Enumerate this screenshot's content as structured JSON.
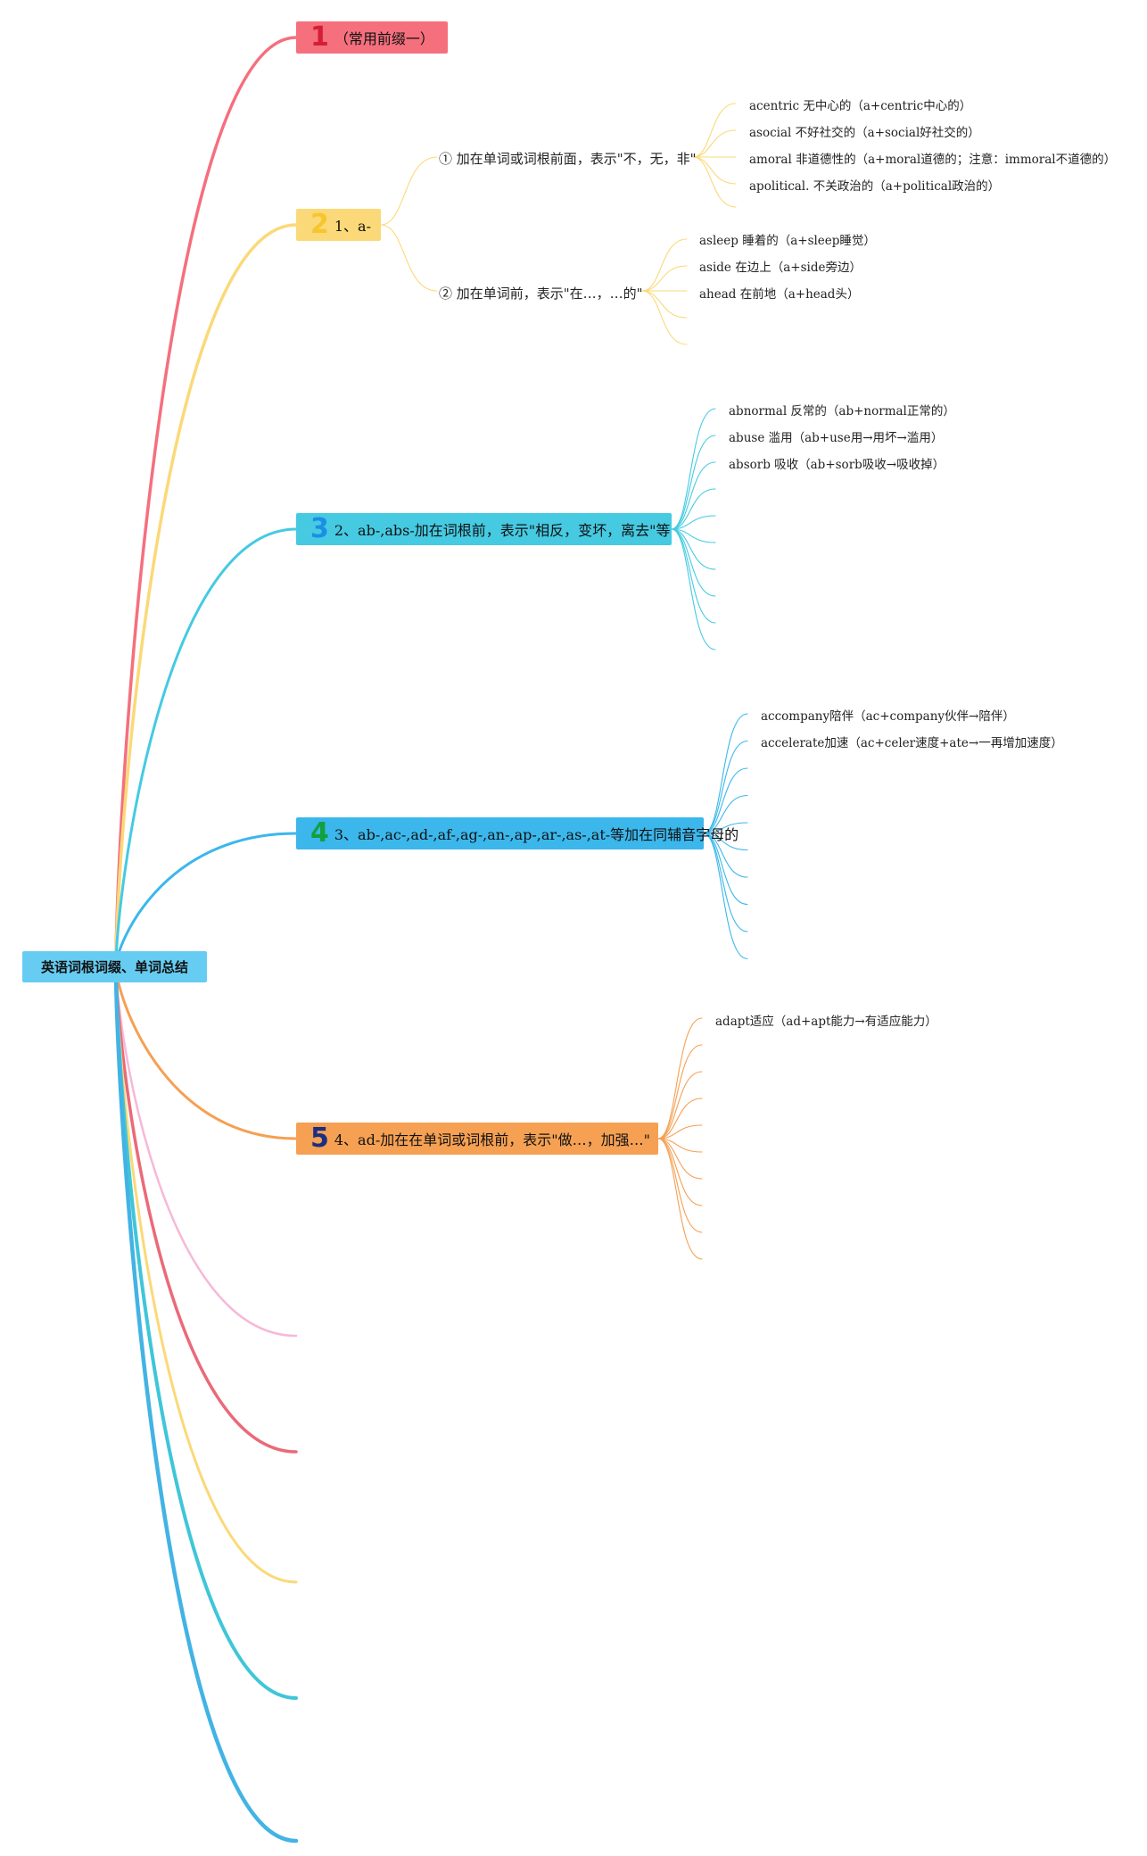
{
  "root": {
    "label": "英语词根词缀、单词总结",
    "color": "#66ccf2"
  },
  "branches": [
    {
      "num": "1",
      "label": "（常用前缀一）",
      "color": "#f56f7d",
      "numColor": "#d31f35"
    },
    {
      "num": "2",
      "label": "1、a-",
      "color": "#fbd978",
      "numColor": "#f6c62c",
      "subs": [
        {
          "label": "① 加在单词或词根前面，表示\"不，无，非\"",
          "leaves": [
            "acentric 无中心的（a+centric中心的）",
            "asocial 不好社交的（a+social好社交的）",
            "amoral 非道德性的（a+moral道德的；注意：immoral不道德的）",
            "apolitical. 不关政治的（a+political政治的）"
          ]
        },
        {
          "label": "② 加在单词前，表示\"在…，…的\"",
          "leaves": [
            "asleep 睡着的（a+sleep睡觉）",
            "aside 在边上（a+side旁边）",
            "ahead 在前地（a+head头）"
          ]
        }
      ]
    },
    {
      "num": "3",
      "label": "2、ab-,abs-加在词根前，表示\"相反，变坏，离去\"等",
      "color": "#45cae2",
      "numColor": "#1a8fe3",
      "leaves": [
        "abnormal 反常的（ab+normal正常的）",
        "abuse 滥用（ab+use用→用坏→滥用）",
        "absorb 吸收（ab+sorb吸收→吸收掉）"
      ]
    },
    {
      "num": "4",
      "label": "3、ab-,ac-,ad-,af-,ag-,an-,ap-,ar-,as-,at-等加在同辅音字母的",
      "color": "#3bb7ec",
      "numColor": "#13a03c",
      "leaves": [
        "accompany陪伴（ac+company伙伴→陪伴）",
        "accelerate加速（ac+celer速度+ate→一再增加速度）"
      ]
    },
    {
      "num": "5",
      "label": "4、ad-加在在单词或词根前，表示\"做…，加强…\"",
      "color": "#f5a053",
      "numColor": "#1a2f80",
      "leaves": [
        "adapt适应（ad+apt能力→有适应能力）"
      ]
    }
  ]
}
